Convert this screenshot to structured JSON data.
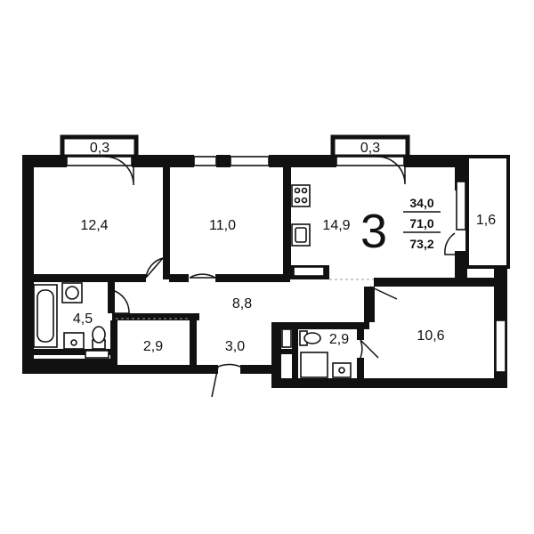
{
  "plan": {
    "rooms_count": "3",
    "totals": {
      "living": "34,0",
      "total": "71,0",
      "total_with_balcony": "73,2"
    },
    "rooms": {
      "bedroom_left": "12,4",
      "bedroom_mid": "11,0",
      "kitchen": "14,9",
      "balcony": "1,6",
      "bathroom": "4,5",
      "hall": "8,8",
      "closet_a": "2,9",
      "closet_b": "3,0",
      "wc": "2,9",
      "bedroom_right": "10,6",
      "ledge_left": "0,3",
      "ledge_right": "0,3"
    }
  }
}
